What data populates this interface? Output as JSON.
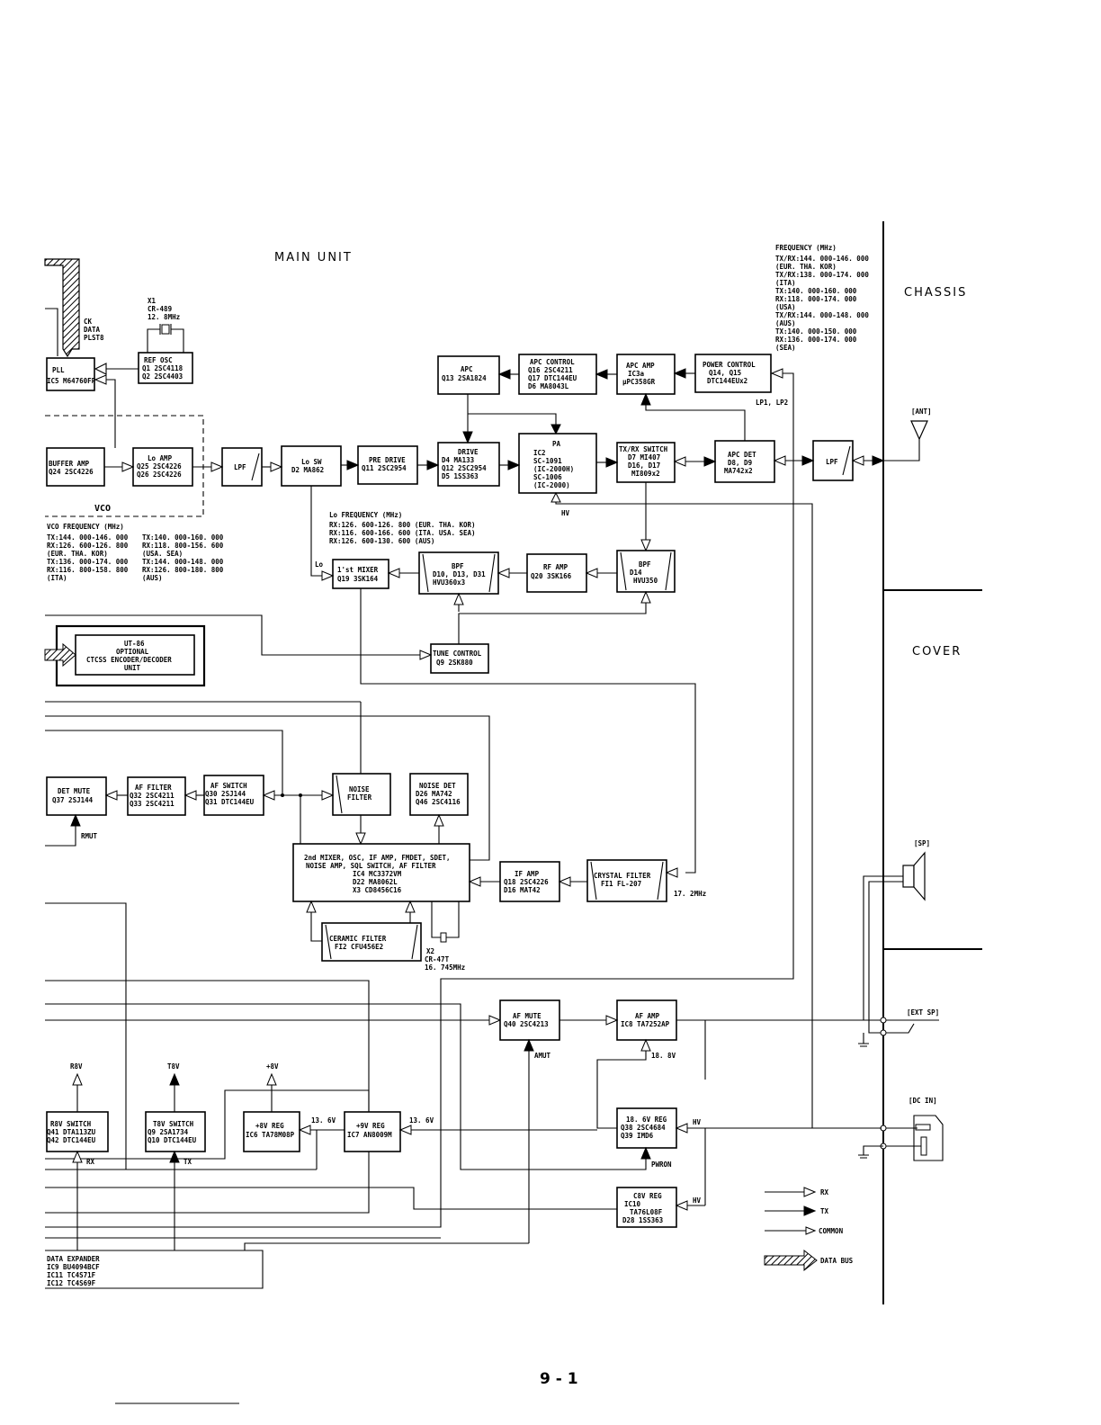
{
  "titles": {
    "main_unit": "MAIN UNIT",
    "chassis": "CHASSIS",
    "cover": "COVER",
    "page_number": "9 - 1"
  },
  "frequency_note": [
    "FREQUENCY (MHz)",
    "TX/RX:144. 000-146. 000",
    "(EUR. THA. KOR)",
    "TX/RX:138. 000-174. 000",
    "(ITA)",
    "TX:140. 000-160. 000",
    "RX:118. 000-174. 000",
    "(USA)",
    "TX/RX:144. 000-148. 000",
    "(AUS)",
    "TX:140. 000-150. 000",
    "RX:136. 000-174. 000",
    "(SEA)"
  ],
  "vco_frequency": {
    "title": "VCO FREQUENCY (MHz)",
    "left": [
      "TX:144. 000-146. 000",
      "RX:126. 600-126. 800",
      "(EUR. THA. KOR)",
      "TX:136. 000-174. 000",
      "RX:116. 800-158. 800",
      "(ITA)"
    ],
    "right": [
      "TX:140. 000-160. 000",
      "RX:118. 800-156. 600",
      "(USA. SEA)",
      "TX:144. 000-148. 000",
      "RX:126. 800-180. 800",
      "(AUS)"
    ]
  },
  "lo_frequency": [
    "Lo FREQUENCY (MHz)",
    "RX:126. 600-126. 800 (EUR. THA. KOR)",
    "RX:116. 600-166. 600 (ITA. USA. SEA)",
    "RX:126. 600-130. 600 (AUS)"
  ],
  "blocks": {
    "pll": [
      "PLL",
      "IC5 M64760FP"
    ],
    "ref_osc": [
      "REF OSC",
      "Q1  2SC4118",
      "Q2  2SC4403"
    ],
    "x1": [
      "X1",
      "CR-489",
      "12. 8MHz"
    ],
    "bus_signals": [
      "CK",
      "DATA",
      "PLST8"
    ],
    "buffer_amp": [
      "BUFFER AMP",
      "Q24  2SC4226"
    ],
    "lo_amp": [
      "Lo AMP",
      "Q25  2SC4226",
      "Q26  2SC4226"
    ],
    "vco_label": "VCO",
    "lpf1": "LPF",
    "lo_sw": [
      "Lo SW",
      "D2  MA862"
    ],
    "pre_drive": [
      "PRE DRIVE",
      "Q11  2SC2954"
    ],
    "apc": [
      "APC",
      "Q13  2SA1824"
    ],
    "apc_control": [
      "APC CONTROL",
      "Q16  2SC4211",
      "Q17  DTC144EU",
      "D6  MA8043L"
    ],
    "apc_amp": [
      "APC AMP",
      "IC3a",
      "µPC358GR"
    ],
    "power_control": [
      "POWER CONTROL",
      "Q14, Q15",
      "DTC144EUx2"
    ],
    "drive": [
      "DRIVE",
      "D4  MA133",
      "Q12  2SC2954",
      "D5  1SS363"
    ],
    "pa": [
      "PA",
      "IC2",
      "SC-1091",
      "(IC-2000H)",
      "SC-1006",
      "(IC-2000)"
    ],
    "txrx_switch": [
      "TX/RX SWITCH",
      "D7  MI407",
      "D16, D17",
      "MI809x2"
    ],
    "apc_det": [
      "APC DET",
      "D8, D9",
      "MA742x2"
    ],
    "lpf2": "LPF",
    "lp_label": "LP1, LP2",
    "ant": "[ANT]",
    "hv_pa": "HV",
    "mixer1": [
      "1'st MIXER",
      "Q19  3SK164"
    ],
    "lo_label": "Lo",
    "bpf1": [
      "BPF",
      "D10, D13, D31",
      "HVU360x3"
    ],
    "rf_amp": [
      "RF AMP",
      "Q20  3SK166"
    ],
    "bpf2": [
      "BPF",
      "D14",
      "HVU350"
    ],
    "ut86": [
      "UT-86",
      "OPTIONAL",
      "CTCSS ENCODER/DECODER",
      "UNIT"
    ],
    "tune_control": [
      "TUNE CONTROL",
      "Q9  2SK880"
    ],
    "det_mute": [
      "DET MUTE",
      "Q37  2SJ144"
    ],
    "af_filter": [
      "AF FILTER",
      "Q32  2SC4211",
      "Q33  2SC4211"
    ],
    "af_switch": [
      "AF SWITCH",
      "Q30  2SJ144",
      "Q31  DTC144EU"
    ],
    "noise_filter": [
      "NOISE",
      "FILTER"
    ],
    "noise_det": [
      "NOISE DET",
      "D26  MA742",
      "Q46  2SC4116"
    ],
    "rmut": "RMUT",
    "ic4": [
      "2nd MIXER, OSC, IF AMP, FMDET, SDET,",
      "NOISE AMP, SQL SWITCH, AF FILTER",
      "IC4  MC3372VM",
      "D22  MA8062L",
      "X3  CD8456C16"
    ],
    "if_amp": [
      "IF AMP",
      "Q18  2SC4226",
      "D16  MAT42"
    ],
    "crystal_filter": [
      "CRYSTAL FILTER",
      "FI1  FL-207"
    ],
    "if_freq": "17. 2MHz",
    "ceramic_filter": [
      "CERAMIC FILTER",
      "FI2  CFU456E2"
    ],
    "x2": [
      "X2",
      "CR-47T",
      "16. 745MHz"
    ],
    "af_mute": [
      "AF MUTE",
      "Q40  2SC4213"
    ],
    "amut": "AMUT",
    "af_amp": [
      "AF AMP",
      "IC8  TA7252AP"
    ],
    "v18_label": "18. 8V",
    "rx8v": "R8V",
    "tx8v": "T8V",
    "plus8v": "+8V",
    "r8v_switch": [
      "R8V SWITCH",
      "Q41  DTA113ZU",
      "Q42  DTC144EU"
    ],
    "t8v_switch": [
      "T8V SWITCH",
      "Q9  2SA1734",
      "Q10  DTC144EU"
    ],
    "plus8v_reg": [
      "+8V REG",
      "IC6  TA78M08P"
    ],
    "plus9v_reg": [
      "+9V REG",
      "IC7  AN8009M"
    ],
    "v13_a": "13. 6V",
    "v13_b": "13. 6V",
    "rx_tag": "RX",
    "tx_tag": "TX",
    "reg188": [
      "18. 6V REG",
      "Q38  2SC4684",
      "Q39  IMD6"
    ],
    "hv_a": "HV",
    "hv_b": "HV",
    "pwron": "PWRON",
    "c8v_reg": [
      "C8V REG",
      "IC10",
      "TA76L08F",
      "D28  1SS363"
    ],
    "data_expander": [
      "DATA EXPANDER",
      "IC9  BU4094BCF",
      "IC11  TC4S71F",
      "IC12  TC4S69F"
    ],
    "sp": "[SP]",
    "ext_sp": "[EXT SP]",
    "dc_in": "[DC IN]"
  },
  "legend": [
    {
      "symbol": "open",
      "label": "RX"
    },
    {
      "symbol": "filled",
      "label": "TX"
    },
    {
      "symbol": "small",
      "label": "COMMON"
    },
    {
      "symbol": "hatched",
      "label": "DATA BUS"
    }
  ]
}
